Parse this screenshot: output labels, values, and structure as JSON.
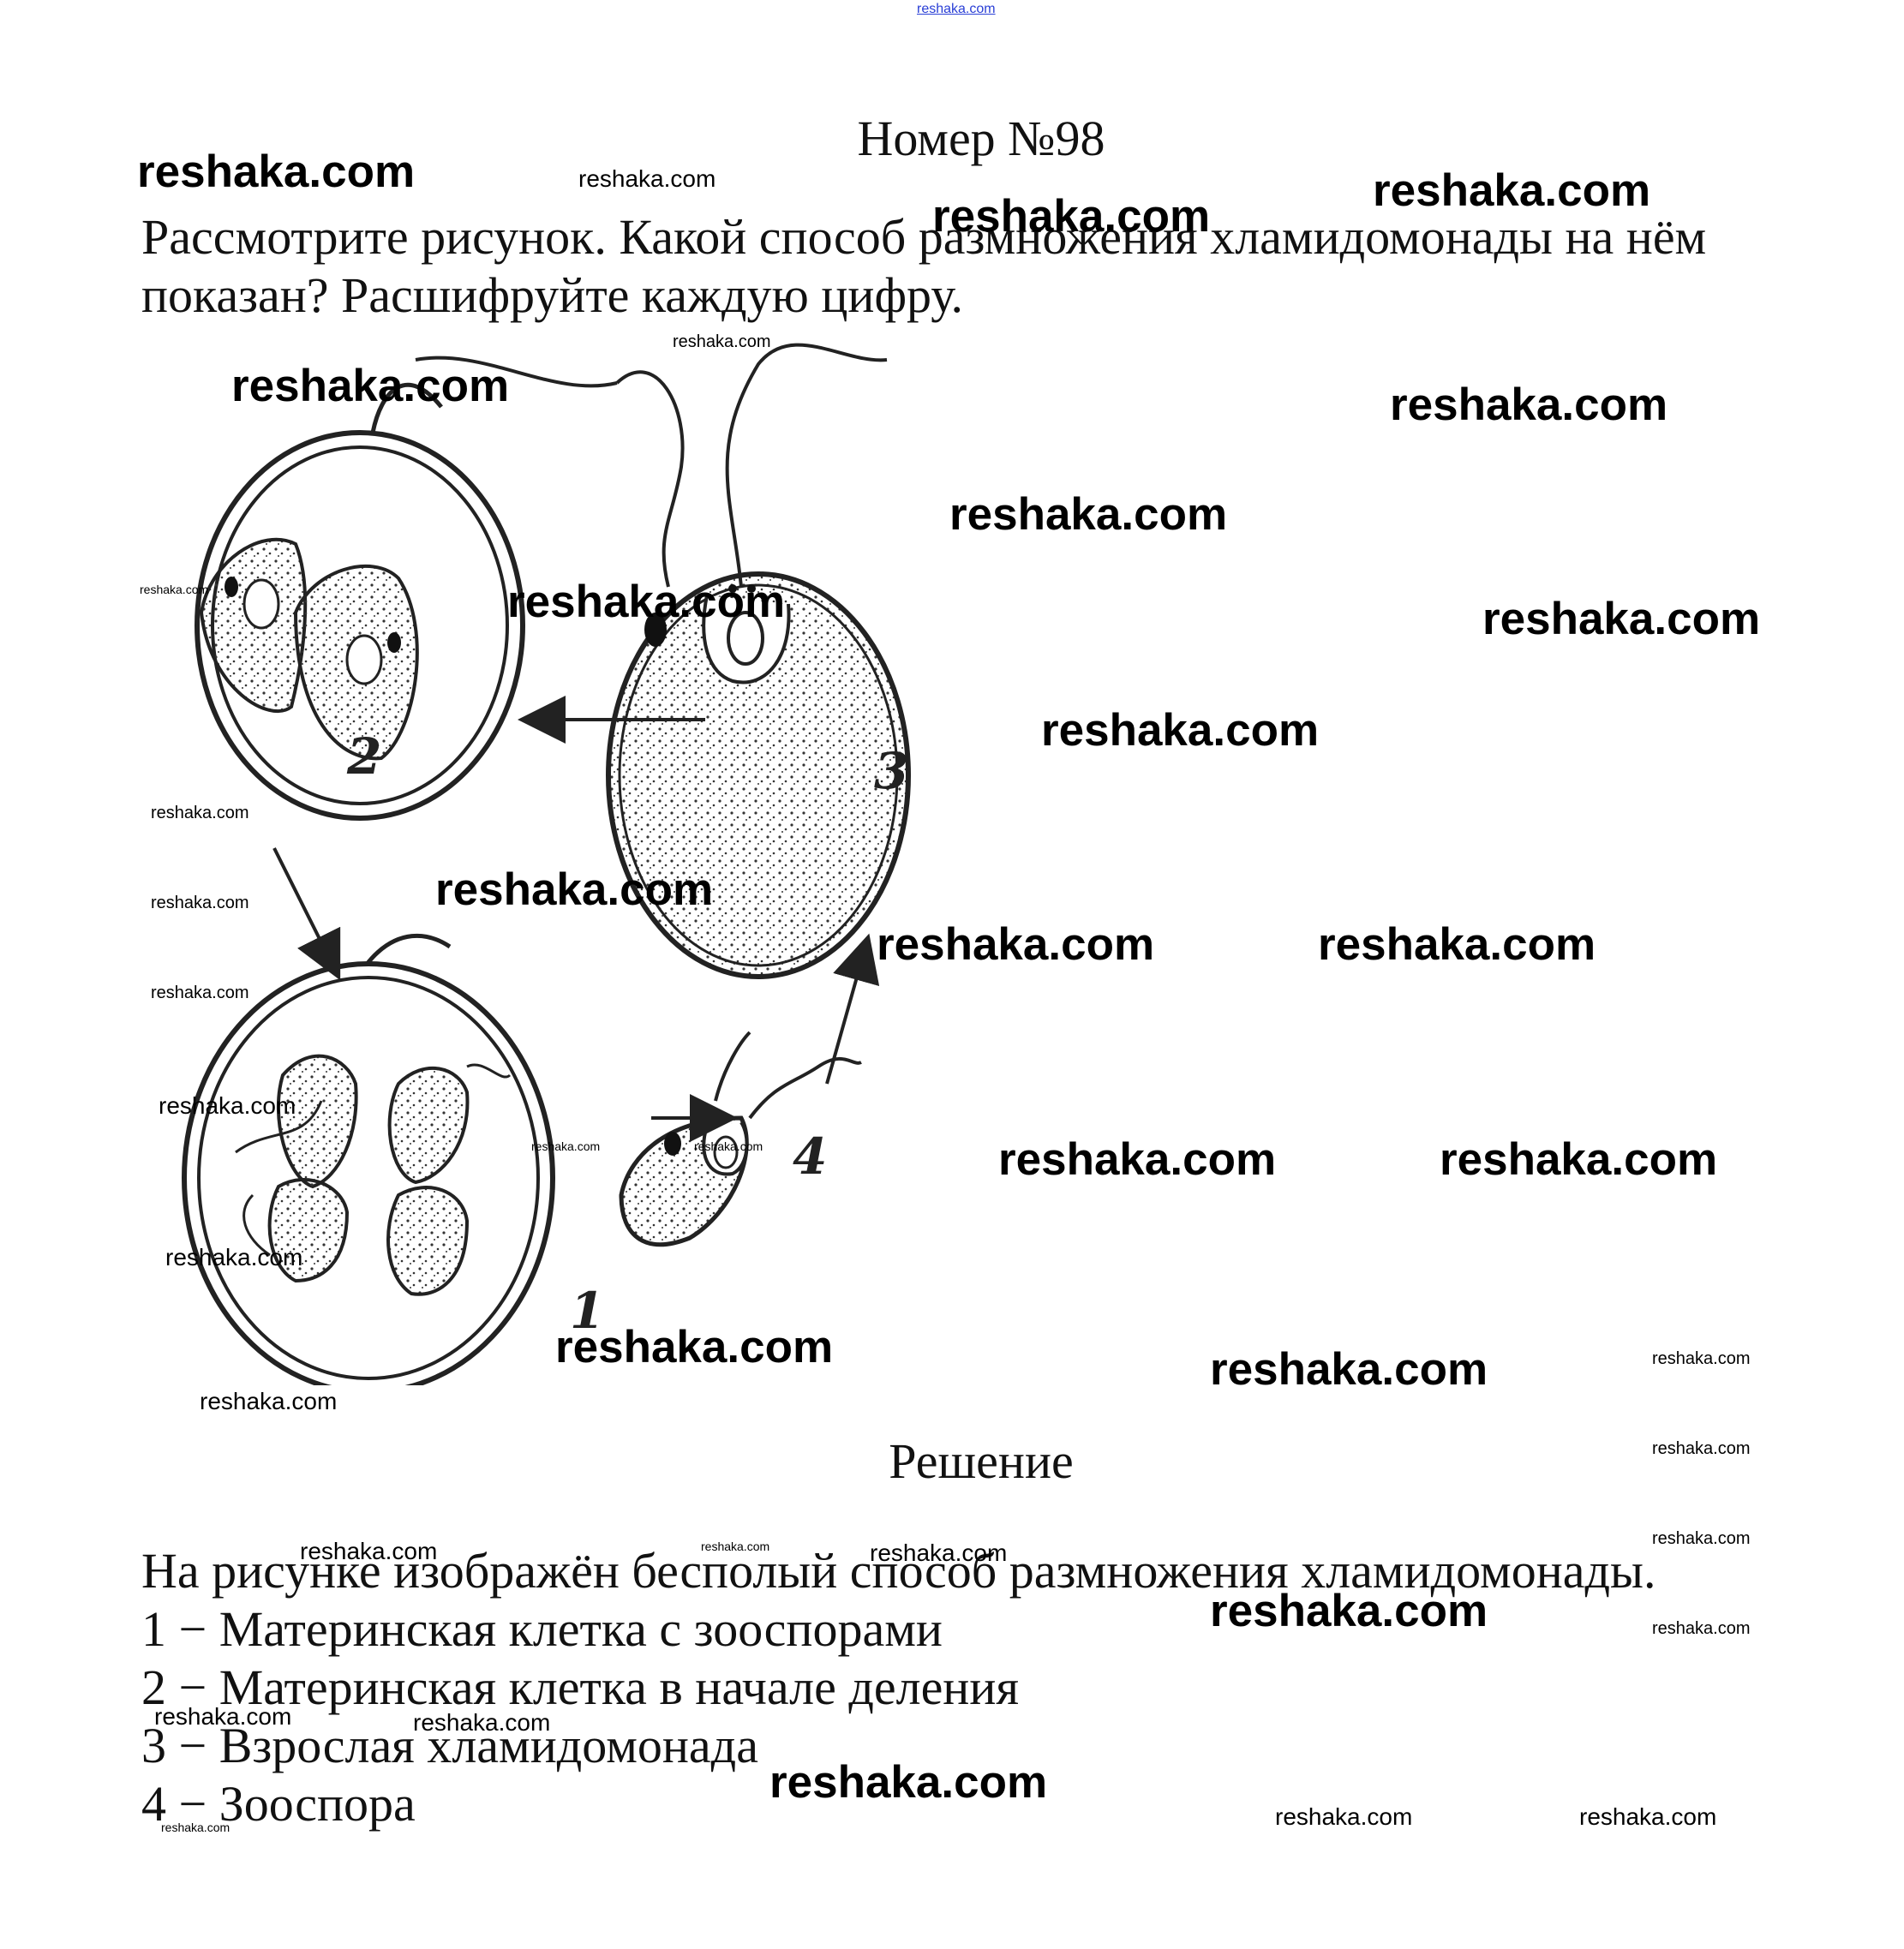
{
  "header": {
    "title": "Номер №98",
    "question": "Рассмотрите рисунок. Какой способ размножения хламидомонады на нём показан? Расшифруйте каждую цифру."
  },
  "figure": {
    "labels": [
      "1",
      "2",
      "3",
      "4"
    ]
  },
  "solution": {
    "title": "Решение",
    "lines": [
      "На рисунке изображён бесполый способ размножения хламидомонады.",
      "1 − Материнская клетка с зооспорами",
      "2 − Материнская клетка в начале деления",
      "3 − Взрослая хламидомонада",
      "4 − Зооспора"
    ]
  },
  "watermark": {
    "text": "reshaka.com",
    "top_text": "reshaka.com"
  },
  "colors": {
    "text": "#111111",
    "watermark_top": "#2a3fd6",
    "background": "#ffffff"
  }
}
